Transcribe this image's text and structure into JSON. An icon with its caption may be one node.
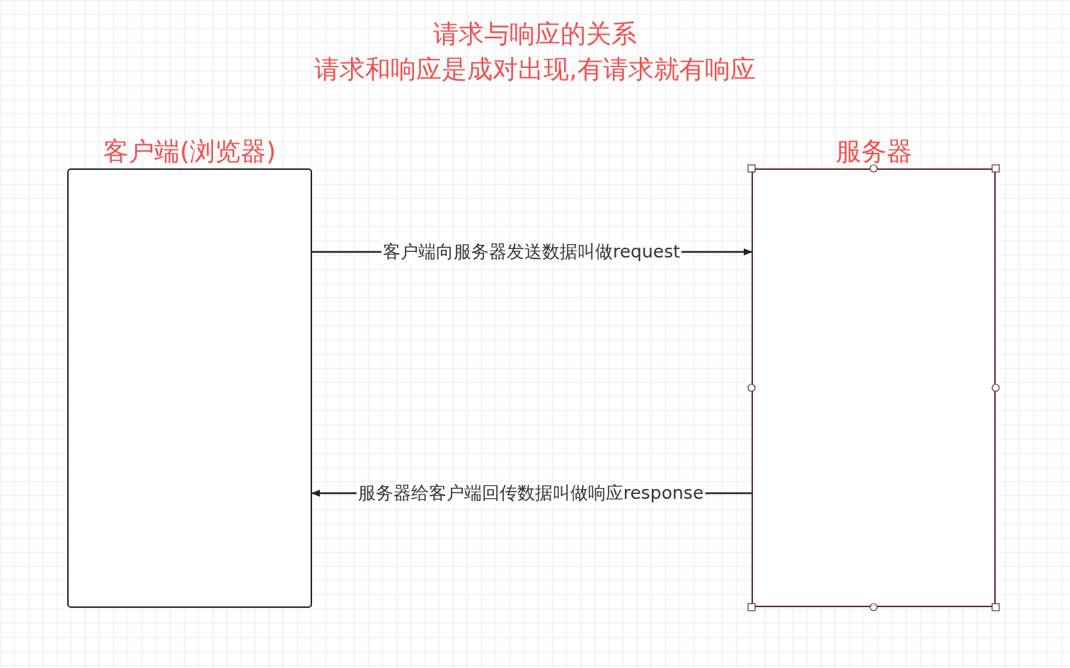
{
  "diagram": {
    "title": "请求与响应的关系",
    "nodes": [
      {
        "text": [
          "客户端(浏览器)"
        ]
      },
      {
        "text": [
          "服务器"
        ]
      }
    ],
    "edges": [
      {
        "from": 0,
        "to": 1,
        "arrow": "to",
        "label": "客户端向服务器发送数据叫做request"
      },
      {
        "from": 1,
        "to": 0,
        "arrow": "to",
        "label": "服务器给客户端回传数据叫做响应response"
      }
    ],
    "labels": [
      "请求和响应是成对出现,有请求就有响应"
    ]
  }
}
